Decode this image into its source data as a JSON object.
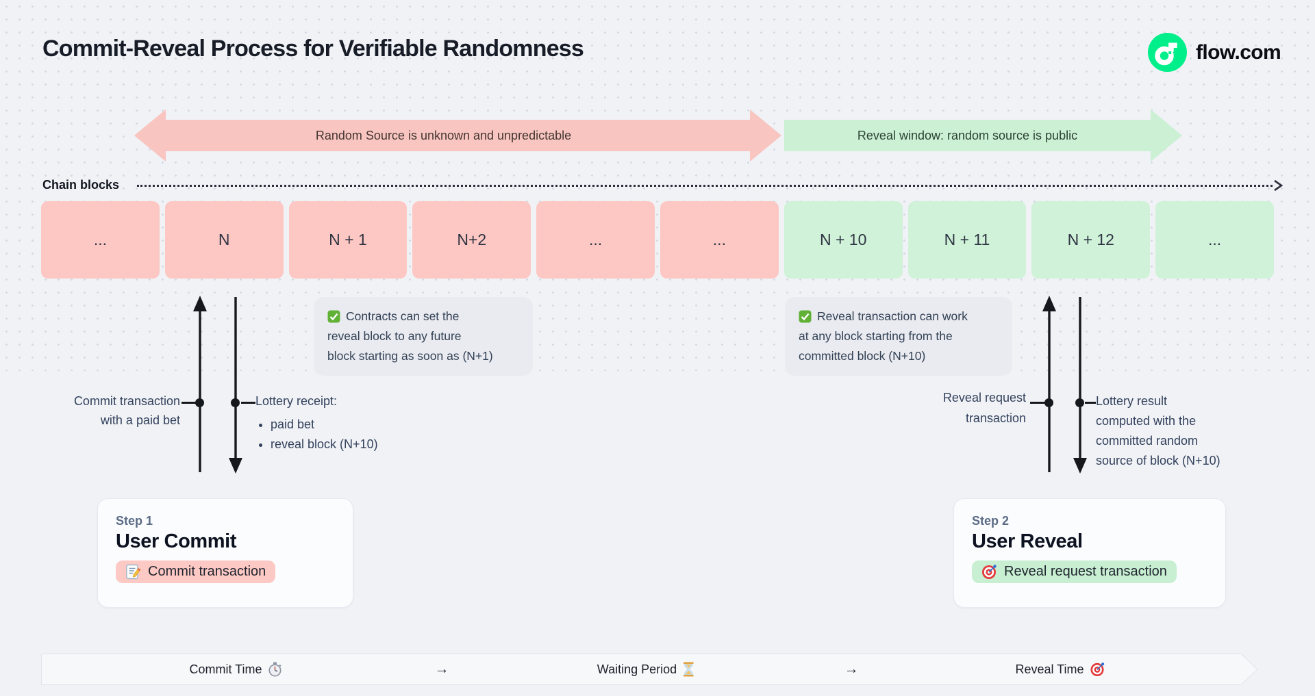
{
  "header": {
    "title": "Commit-Reveal Process for Verifiable Randomness",
    "brand": "flow.com",
    "brand_icon": "flow-logo-icon",
    "brand_color": "#00ef8b"
  },
  "phases": {
    "commit": {
      "label": "Random Source is unknown and unpredictable",
      "color": "#f9c5c0"
    },
    "reveal": {
      "label": "Reveal window: random source is public",
      "color": "#cbf0d4"
    }
  },
  "chain": {
    "label": "Chain blocks",
    "blocks": [
      {
        "label": "...",
        "phase": "commit"
      },
      {
        "label": "N",
        "phase": "commit"
      },
      {
        "label": "N + 1",
        "phase": "commit"
      },
      {
        "label": "N+2",
        "phase": "commit"
      },
      {
        "label": "...",
        "phase": "commit"
      },
      {
        "label": "...",
        "phase": "commit"
      },
      {
        "label": "N + 10",
        "phase": "reveal"
      },
      {
        "label": "N + 11",
        "phase": "reveal"
      },
      {
        "label": "N + 12",
        "phase": "reveal"
      },
      {
        "label": "...",
        "phase": "reveal"
      }
    ],
    "block_colors": {
      "commit": "#fdc8c3",
      "reveal": "#cff2d8"
    }
  },
  "annotations": {
    "commit_tx": {
      "lines": [
        "Commit transaction",
        "with a paid bet"
      ]
    },
    "lottery_receipt": {
      "title": "Lottery receipt:",
      "bullets": [
        "paid bet",
        "reveal block (N+10)"
      ]
    },
    "note_commit": {
      "icon": "check-icon",
      "lines": [
        "Contracts can set the",
        "reveal block to any future",
        "block starting as soon as (N+1)"
      ]
    },
    "note_reveal": {
      "icon": "check-icon",
      "lines": [
        "Reveal transaction can work",
        "at any block starting from the",
        "committed block (N+10)"
      ]
    },
    "reveal_tx": {
      "lines": [
        "Reveal request",
        "transaction"
      ]
    },
    "lottery_result": {
      "lines": [
        "Lottery result",
        "computed with the",
        "committed random",
        "source of block (N+10)"
      ]
    }
  },
  "steps": [
    {
      "eyebrow": "Step 1",
      "title": "User Commit",
      "action": "Commit transaction",
      "icon": "memo-icon",
      "accent": "#fdc9c4"
    },
    {
      "eyebrow": "Step 2",
      "title": "User Reveal",
      "action": "Reveal request transaction",
      "icon": "target-icon",
      "accent": "#c8efd2"
    }
  ],
  "timeline": {
    "commit": {
      "label": "Commit Time",
      "icon": "stopwatch-icon"
    },
    "waiting": {
      "label": "Waiting Period",
      "icon": "hourglass-icon"
    },
    "reveal": {
      "label": "Reveal Time",
      "icon": "target-icon"
    },
    "arrow": "→"
  }
}
